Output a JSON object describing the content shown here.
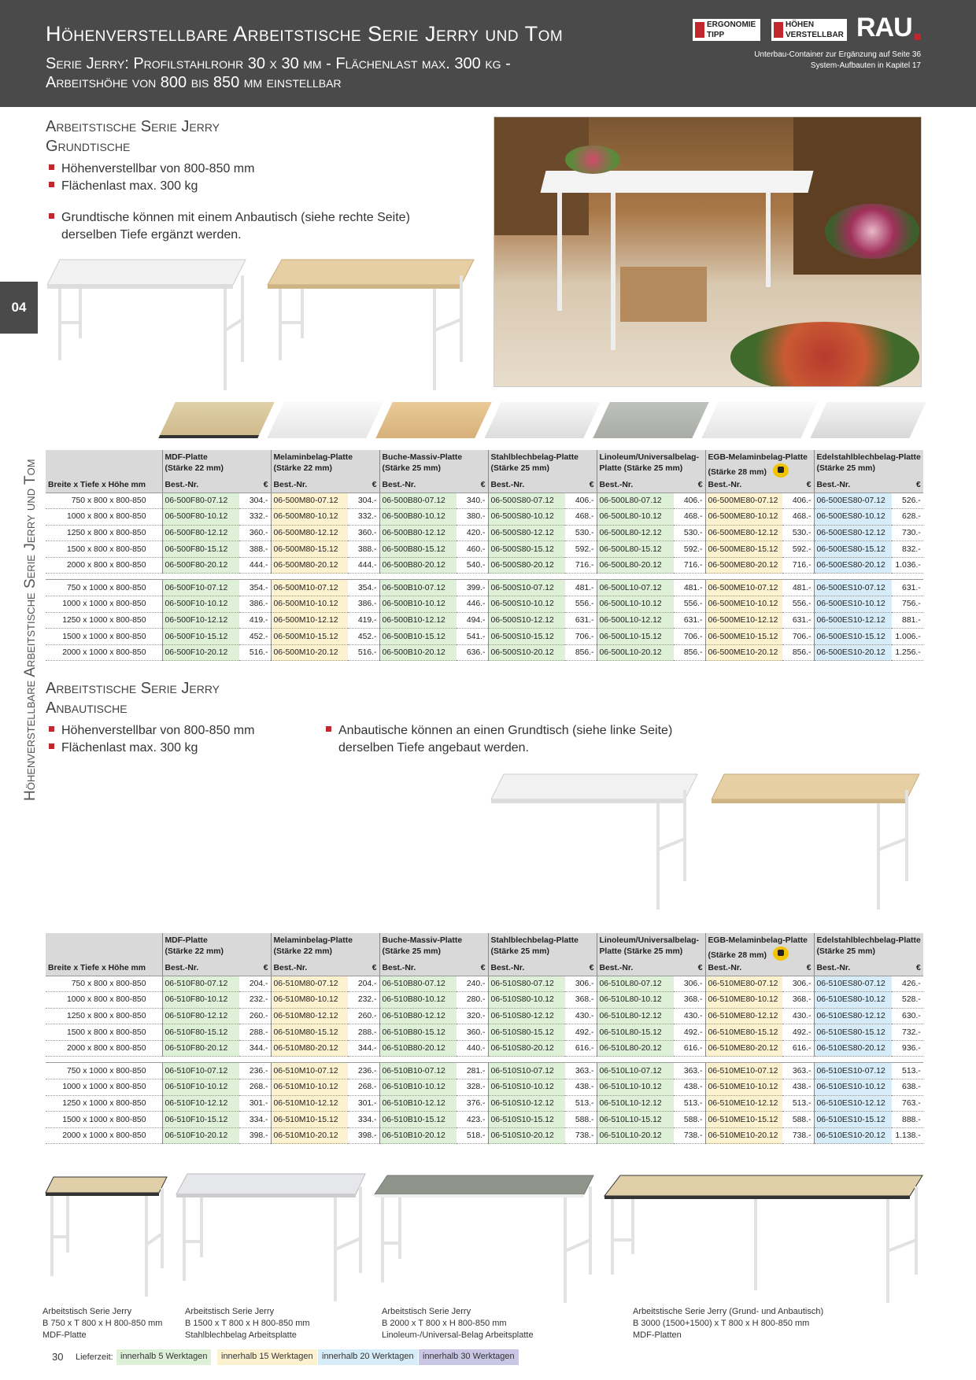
{
  "header": {
    "title": "Höhenverstellbare Arbeitstische Serie Jerry und Tom",
    "subtitle_line1": "Serie Jerry: Profilstahlrohr 30 x 30 mm - Flächenlast max. 300 kg -",
    "subtitle_line2": "Arbeitshöhe von 800 bis 850 mm einstellbar",
    "badge1_line1": "ERGONOMIE",
    "badge1_line2": "TIPP",
    "badge2_line1": "HÖHEN",
    "badge2_line2": "VERSTELLBAR",
    "logo": "RAU",
    "note_line1": "Unterbau-Container zur Ergänzung auf Seite 36",
    "note_line2": "System-Aufbauten in Kapitel 17"
  },
  "side": {
    "chapter": "04",
    "vertical_title": "Höhenverstellbare Arbeitstische Serie Jerry und Tom"
  },
  "section1": {
    "title_line1": "Arbeitstische Serie Jerry",
    "title_line2": "Grundtische",
    "bullet1": "Höhenverstellbar von 800-850 mm",
    "bullet2": "Flächenlast max. 300 kg",
    "bullet3_line1": "Grundtische können mit einem Anbautisch (siehe rechte Seite)",
    "bullet3_line2": "derselben Tiefe ergänzt werden."
  },
  "section2": {
    "title_line1": "Arbeitstische Serie Jerry",
    "title_line2": "Anbautische",
    "bullet1": "Höhenverstellbar von 800-850 mm",
    "bullet2": "Flächenlast max. 300 kg",
    "bullet3_line1": "Anbautische können an einen Grundtisch (siehe linke Seite)",
    "bullet3_line2": "derselben Tiefe angebaut werden."
  },
  "table_headers": {
    "col0": "Breite x Tiefe x Höhe mm",
    "best": "Best.-Nr.",
    "eur": "€",
    "plates": [
      {
        "l1": "MDF-Platte",
        "l2": "(Stärke 22 mm)"
      },
      {
        "l1": "Melaminbelag-Platte",
        "l2": "(Stärke 22 mm)"
      },
      {
        "l1": "Buche-Massiv-Platte",
        "l2": "(Stärke 25 mm)"
      },
      {
        "l1": "Stahlblechbelag-Platte",
        "l2": "(Stärke 25 mm)"
      },
      {
        "l1": "Linoleum/Universalbelag-",
        "l2": "Platte (Stärke 25 mm)"
      },
      {
        "l1": "EGB-Melaminbelag-Platte",
        "l2": "(Stärke 28 mm)"
      },
      {
        "l1": "Edelstahlblechbelag-Platte",
        "l2": "(Stärke 25 mm)"
      }
    ]
  },
  "table1": {
    "group1": [
      {
        "size": "750 x   800 x 800-850",
        "cells": [
          [
            "06-500F80-07.12",
            "304.-"
          ],
          [
            "06-500M80-07.12",
            "304.-"
          ],
          [
            "06-500B80-07.12",
            "340.-"
          ],
          [
            "06-500S80-07.12",
            "406.-"
          ],
          [
            "06-500L80-07.12",
            "406.-"
          ],
          [
            "06-500ME80-07.12",
            "406.-"
          ],
          [
            "06-500ES80-07.12",
            "526.-"
          ]
        ]
      },
      {
        "size": "1000 x   800 x 800-850",
        "cells": [
          [
            "06-500F80-10.12",
            "332.-"
          ],
          [
            "06-500M80-10.12",
            "332.-"
          ],
          [
            "06-500B80-10.12",
            "380.-"
          ],
          [
            "06-500S80-10.12",
            "468.-"
          ],
          [
            "06-500L80-10.12",
            "468.-"
          ],
          [
            "06-500ME80-10.12",
            "468.-"
          ],
          [
            "06-500ES80-10.12",
            "628.-"
          ]
        ]
      },
      {
        "size": "1250 x   800 x 800-850",
        "cells": [
          [
            "06-500F80-12.12",
            "360.-"
          ],
          [
            "06-500M80-12.12",
            "360.-"
          ],
          [
            "06-500B80-12.12",
            "420.-"
          ],
          [
            "06-500S80-12.12",
            "530.-"
          ],
          [
            "06-500L80-12.12",
            "530.-"
          ],
          [
            "06-500ME80-12.12",
            "530.-"
          ],
          [
            "06-500ES80-12.12",
            "730.-"
          ]
        ]
      },
      {
        "size": "1500 x   800 x 800-850",
        "cells": [
          [
            "06-500F80-15.12",
            "388.-"
          ],
          [
            "06-500M80-15.12",
            "388.-"
          ],
          [
            "06-500B80-15.12",
            "460.-"
          ],
          [
            "06-500S80-15.12",
            "592.-"
          ],
          [
            "06-500L80-15.12",
            "592.-"
          ],
          [
            "06-500ME80-15.12",
            "592.-"
          ],
          [
            "06-500ES80-15.12",
            "832.-"
          ]
        ]
      },
      {
        "size": "2000 x   800 x 800-850",
        "cells": [
          [
            "06-500F80-20.12",
            "444.-"
          ],
          [
            "06-500M80-20.12",
            "444.-"
          ],
          [
            "06-500B80-20.12",
            "540.-"
          ],
          [
            "06-500S80-20.12",
            "716.-"
          ],
          [
            "06-500L80-20.12",
            "716.-"
          ],
          [
            "06-500ME80-20.12",
            "716.-"
          ],
          [
            "06-500ES80-20.12",
            "1.036.-"
          ]
        ]
      }
    ],
    "group2": [
      {
        "size": "750 x 1000 x 800-850",
        "cells": [
          [
            "06-500F10-07.12",
            "354.-"
          ],
          [
            "06-500M10-07.12",
            "354.-"
          ],
          [
            "06-500B10-07.12",
            "399.-"
          ],
          [
            "06-500S10-07.12",
            "481.-"
          ],
          [
            "06-500L10-07.12",
            "481.-"
          ],
          [
            "06-500ME10-07.12",
            "481.-"
          ],
          [
            "06-500ES10-07.12",
            "631.-"
          ]
        ]
      },
      {
        "size": "1000 x 1000 x 800-850",
        "cells": [
          [
            "06-500F10-10.12",
            "386.-"
          ],
          [
            "06-500M10-10.12",
            "386.-"
          ],
          [
            "06-500B10-10.12",
            "446.-"
          ],
          [
            "06-500S10-10.12",
            "556.-"
          ],
          [
            "06-500L10-10.12",
            "556.-"
          ],
          [
            "06-500ME10-10.12",
            "556.-"
          ],
          [
            "06-500ES10-10.12",
            "756.-"
          ]
        ]
      },
      {
        "size": "1250 x 1000 x 800-850",
        "cells": [
          [
            "06-500F10-12.12",
            "419.-"
          ],
          [
            "06-500M10-12.12",
            "419.-"
          ],
          [
            "06-500B10-12.12",
            "494.-"
          ],
          [
            "06-500S10-12.12",
            "631.-"
          ],
          [
            "06-500L10-12.12",
            "631.-"
          ],
          [
            "06-500ME10-12.12",
            "631.-"
          ],
          [
            "06-500ES10-12.12",
            "881.-"
          ]
        ]
      },
      {
        "size": "1500 x 1000 x 800-850",
        "cells": [
          [
            "06-500F10-15.12",
            "452.-"
          ],
          [
            "06-500M10-15.12",
            "452.-"
          ],
          [
            "06-500B10-15.12",
            "541.-"
          ],
          [
            "06-500S10-15.12",
            "706.-"
          ],
          [
            "06-500L10-15.12",
            "706.-"
          ],
          [
            "06-500ME10-15.12",
            "706.-"
          ],
          [
            "06-500ES10-15.12",
            "1.006.-"
          ]
        ]
      },
      {
        "size": "2000 x 1000 x 800-850",
        "cells": [
          [
            "06-500F10-20.12",
            "516.-"
          ],
          [
            "06-500M10-20.12",
            "516.-"
          ],
          [
            "06-500B10-20.12",
            "636.-"
          ],
          [
            "06-500S10-20.12",
            "856.-"
          ],
          [
            "06-500L10-20.12",
            "856.-"
          ],
          [
            "06-500ME10-20.12",
            "856.-"
          ],
          [
            "06-500ES10-20.12",
            "1.256.-"
          ]
        ]
      }
    ]
  },
  "table2": {
    "group1": [
      {
        "size": "750 x   800 x 800-850",
        "cells": [
          [
            "06-510F80-07.12",
            "204.-"
          ],
          [
            "06-510M80-07.12",
            "204.-"
          ],
          [
            "06-510B80-07.12",
            "240.-"
          ],
          [
            "06-510S80-07.12",
            "306.-"
          ],
          [
            "06-510L80-07.12",
            "306.-"
          ],
          [
            "06-510ME80-07.12",
            "306.-"
          ],
          [
            "06-510ES80-07.12",
            "426.-"
          ]
        ]
      },
      {
        "size": "1000 x   800 x 800-850",
        "cells": [
          [
            "06-510F80-10.12",
            "232.-"
          ],
          [
            "06-510M80-10.12",
            "232.-"
          ],
          [
            "06-510B80-10.12",
            "280.-"
          ],
          [
            "06-510S80-10.12",
            "368.-"
          ],
          [
            "06-510L80-10.12",
            "368.-"
          ],
          [
            "06-510ME80-10.12",
            "368.-"
          ],
          [
            "06-510ES80-10.12",
            "528.-"
          ]
        ]
      },
      {
        "size": "1250 x   800 x 800-850",
        "cells": [
          [
            "06-510F80-12.12",
            "260.-"
          ],
          [
            "06-510M80-12.12",
            "260.-"
          ],
          [
            "06-510B80-12.12",
            "320.-"
          ],
          [
            "06-510S80-12.12",
            "430.-"
          ],
          [
            "06-510L80-12.12",
            "430.-"
          ],
          [
            "06-510ME80-12.12",
            "430.-"
          ],
          [
            "06-510ES80-12.12",
            "630.-"
          ]
        ]
      },
      {
        "size": "1500 x   800 x 800-850",
        "cells": [
          [
            "06-510F80-15.12",
            "288.-"
          ],
          [
            "06-510M80-15.12",
            "288.-"
          ],
          [
            "06-510B80-15.12",
            "360.-"
          ],
          [
            "06-510S80-15.12",
            "492.-"
          ],
          [
            "06-510L80-15.12",
            "492.-"
          ],
          [
            "06-510ME80-15.12",
            "492.-"
          ],
          [
            "06-510ES80-15.12",
            "732.-"
          ]
        ]
      },
      {
        "size": "2000 x   800 x 800-850",
        "cells": [
          [
            "06-510F80-20.12",
            "344.-"
          ],
          [
            "06-510M80-20.12",
            "344.-"
          ],
          [
            "06-510B80-20.12",
            "440.-"
          ],
          [
            "06-510S80-20.12",
            "616.-"
          ],
          [
            "06-510L80-20.12",
            "616.-"
          ],
          [
            "06-510ME80-20.12",
            "616.-"
          ],
          [
            "06-510ES80-20.12",
            "936.-"
          ]
        ]
      }
    ],
    "group2": [
      {
        "size": "750 x 1000 x 800-850",
        "cells": [
          [
            "06-510F10-07.12",
            "236.-"
          ],
          [
            "06-510M10-07.12",
            "236.-"
          ],
          [
            "06-510B10-07.12",
            "281.-"
          ],
          [
            "06-510S10-07.12",
            "363.-"
          ],
          [
            "06-510L10-07.12",
            "363.-"
          ],
          [
            "06-510ME10-07.12",
            "363.-"
          ],
          [
            "06-510ES10-07.12",
            "513.-"
          ]
        ]
      },
      {
        "size": "1000 x 1000 x 800-850",
        "cells": [
          [
            "06-510F10-10.12",
            "268.-"
          ],
          [
            "06-510M10-10.12",
            "268.-"
          ],
          [
            "06-510B10-10.12",
            "328.-"
          ],
          [
            "06-510S10-10.12",
            "438.-"
          ],
          [
            "06-510L10-10.12",
            "438.-"
          ],
          [
            "06-510ME10-10.12",
            "438.-"
          ],
          [
            "06-510ES10-10.12",
            "638.-"
          ]
        ]
      },
      {
        "size": "1250 x 1000 x 800-850",
        "cells": [
          [
            "06-510F10-12.12",
            "301.-"
          ],
          [
            "06-510M10-12.12",
            "301.-"
          ],
          [
            "06-510B10-12.12",
            "376.-"
          ],
          [
            "06-510S10-12.12",
            "513.-"
          ],
          [
            "06-510L10-12.12",
            "513.-"
          ],
          [
            "06-510ME10-12.12",
            "513.-"
          ],
          [
            "06-510ES10-12.12",
            "763.-"
          ]
        ]
      },
      {
        "size": "1500 x 1000 x 800-850",
        "cells": [
          [
            "06-510F10-15.12",
            "334.-"
          ],
          [
            "06-510M10-15.12",
            "334.-"
          ],
          [
            "06-510B10-15.12",
            "423.-"
          ],
          [
            "06-510S10-15.12",
            "588.-"
          ],
          [
            "06-510L10-15.12",
            "588.-"
          ],
          [
            "06-510ME10-15.12",
            "588.-"
          ],
          [
            "06-510ES10-15.12",
            "888.-"
          ]
        ]
      },
      {
        "size": "2000 x 1000 x 800-850",
        "cells": [
          [
            "06-510F10-20.12",
            "398.-"
          ],
          [
            "06-510M10-20.12",
            "398.-"
          ],
          [
            "06-510B10-20.12",
            "518.-"
          ],
          [
            "06-510S10-20.12",
            "738.-"
          ],
          [
            "06-510L10-20.12",
            "738.-"
          ],
          [
            "06-510ME10-20.12",
            "738.-"
          ],
          [
            "06-510ES10-20.12",
            "1.138.-"
          ]
        ]
      }
    ]
  },
  "captions": [
    {
      "l1": "Arbeitstisch Serie Jerry",
      "l2": "B 750 x T 800 x H 800-850 mm",
      "l3": "MDF-Platte"
    },
    {
      "l1": "Arbeitstisch Serie Jerry",
      "l2": "B 1500 x T 800 x H 800-850 mm",
      "l3": "Stahlblechbelag Arbeitsplatte"
    },
    {
      "l1": "Arbeitstisch Serie Jerry",
      "l2": "B 2000 x T 800 x H 800-850 mm",
      "l3": "Linoleum-/Universal-Belag Arbeitsplatte"
    },
    {
      "l1": "Arbeitstische Serie Jerry (Grund- und Anbautisch)",
      "l2": "B 3000 (1500+1500) x T 800 x H 800-850 mm",
      "l3": "MDF-Platten"
    }
  ],
  "footer": {
    "page": "30",
    "lieferzeit": "Lieferzeit:",
    "lz1": "innerhalb 5 Werktagen",
    "lz2": "innerhalb 15 Werktagen",
    "lz3": "innerhalb 20 Werktagen",
    "lz4": "innerhalb 30 Werktagen"
  },
  "colors": {
    "header_bg": "#4a4a4a",
    "accent_red": "#c0282d",
    "lz1": "#dff0d8",
    "lz2": "#fdf2d0",
    "lz3": "#d6ecf8",
    "lz4": "#c9c6e6"
  }
}
